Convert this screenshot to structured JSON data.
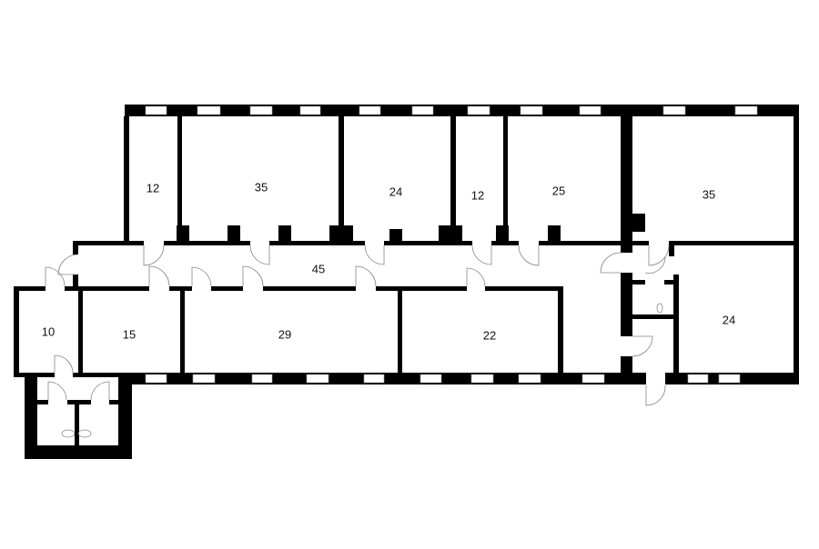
{
  "title": "Floor plan",
  "rooms": [
    {
      "id": "room-a",
      "area": "12"
    },
    {
      "id": "room-b",
      "area": "35"
    },
    {
      "id": "room-c",
      "area": "24"
    },
    {
      "id": "room-d",
      "area": "12"
    },
    {
      "id": "room-e",
      "area": "25"
    },
    {
      "id": "room-f",
      "area": "35"
    },
    {
      "id": "corridor",
      "area": "45"
    },
    {
      "id": "room-g",
      "area": "10"
    },
    {
      "id": "room-h",
      "area": "15"
    },
    {
      "id": "room-i",
      "area": "29"
    },
    {
      "id": "room-j",
      "area": "22"
    },
    {
      "id": "room-k",
      "area": "24"
    }
  ],
  "colors": {
    "wall": "#000000",
    "background": "#ffffff",
    "door": "#888888"
  }
}
